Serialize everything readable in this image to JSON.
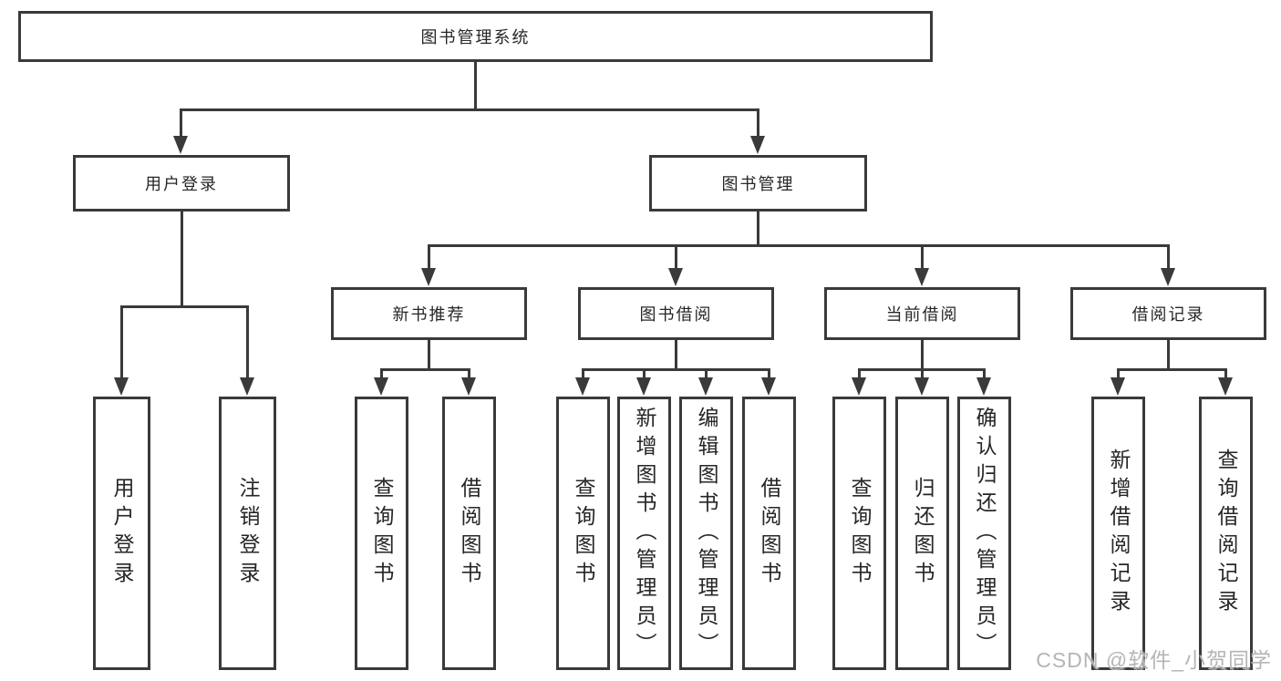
{
  "root": {
    "label": "图书管理系统"
  },
  "branches": [
    {
      "label": "用户登录",
      "children": [
        "用户登录",
        "注销登录"
      ]
    },
    {
      "label": "图书管理",
      "groups": [
        {
          "label": "新书推荐",
          "children": [
            "查询图书",
            "借阅图书"
          ]
        },
        {
          "label": "图书借阅",
          "children": [
            "查询图书",
            "新增图书（管理员）",
            "编辑图书（管理员）",
            "借阅图书"
          ]
        },
        {
          "label": "当前借阅",
          "children": [
            "查询图书",
            "归还图书",
            "确认归还（管理员）"
          ]
        },
        {
          "label": "借阅记录",
          "children": [
            "新增借阅记录",
            "查询借阅记录"
          ]
        }
      ]
    }
  ],
  "watermark": "CSDN @软件_小贺同学",
  "colors": {
    "line": "#3a3a3a",
    "text": "#262626",
    "background": "#ffffff",
    "watermark": "#b5b5b5"
  }
}
